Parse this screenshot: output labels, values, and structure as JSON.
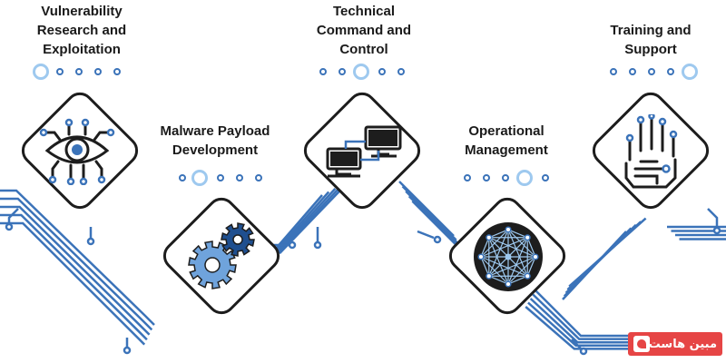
{
  "stages": [
    {
      "id": "vulnerability",
      "title": "Vulnerability\nResearch and\nExploitation",
      "icon": "eye-circuit-icon"
    },
    {
      "id": "malware",
      "title": "Malware Payload\nDevelopment",
      "icon": "gears-icon"
    },
    {
      "id": "command",
      "title": "Technical\nCommand and\nControl",
      "icon": "computers-network-icon"
    },
    {
      "id": "operational",
      "title": "Operational\nManagement",
      "icon": "network-mesh-icon"
    },
    {
      "id": "training",
      "title": "Training and\nSupport",
      "icon": "circuit-hand-icon"
    }
  ],
  "colors": {
    "line_blue": "#3b73b9",
    "light_blue": "#9ec9ef",
    "gear_light": "#6fa3dc",
    "gear_dark": "#1f4f8f",
    "outline": "#1d1d1d"
  },
  "watermark": {
    "text": "مبین هاست"
  }
}
